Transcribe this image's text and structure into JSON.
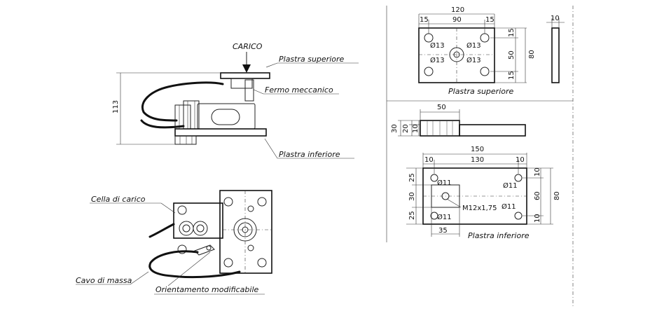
{
  "labels": {
    "carico": "CARICO",
    "plastra_superiore": "Plastra superiore",
    "fermo_meccanico": "Fermo meccanico",
    "plastra_inferiore": "Plastra inferiore",
    "cella_di_carico": "Cella di carico",
    "cavo_di_massa": "Cavo di massa",
    "orientamento": "Orientamento modificabile",
    "plastra_superiore_title": "Plastra superiore",
    "plastra_inferiore_title": "Plastra inferiore"
  },
  "dims": {
    "d113": "113",
    "d120": "120",
    "d15a": "15",
    "d90": "90",
    "d15b": "15",
    "d10top": "10",
    "d15r": "15",
    "d50r": "50",
    "d15r2": "15",
    "d80r": "80",
    "phi13a": "Ø13",
    "phi13b": "Ø13",
    "phi13c": "Ø13",
    "phi13d": "Ø13",
    "d50side": "50",
    "d30": "30",
    "d20": "20",
    "d10side": "10",
    "d150": "150",
    "d10l": "10",
    "d130": "130",
    "d10rr": "10",
    "d25a": "25",
    "d30b": "30",
    "d25b": "25",
    "d10r3": "10",
    "d60": "60",
    "d80b": "80",
    "d10r4": "10",
    "phi11a": "Ø11",
    "phi11b": "Ø11",
    "phi11c": "Ø11",
    "phi11d": "Ø11",
    "m12": "M12x1,75",
    "d35": "35"
  }
}
